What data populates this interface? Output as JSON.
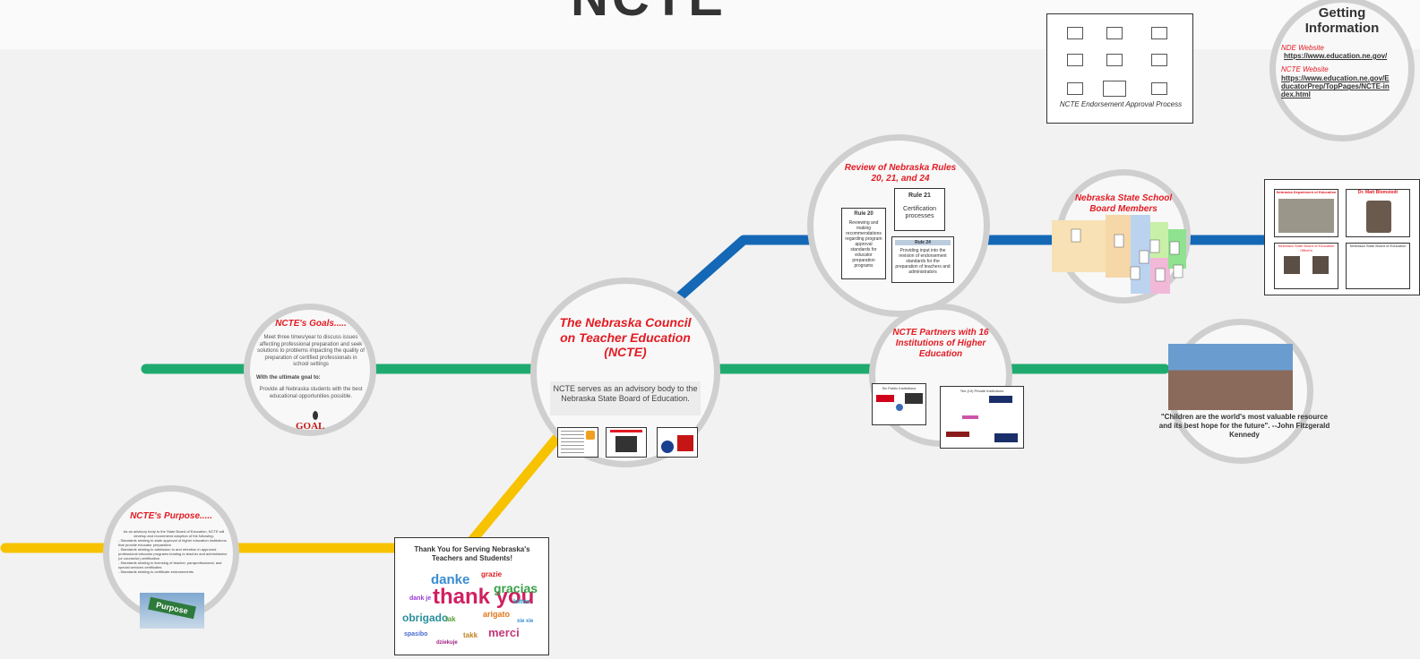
{
  "top_title": "NCTE",
  "endorsement": {
    "caption": "NCTE Endorsement Approval Process"
  },
  "getting_info": {
    "title": "Getting Information",
    "label1": "NDE Website",
    "link1": "https://www.education.ne.gov/",
    "label2": "NCTE Website",
    "link2": "https://www.education.ne.gov/EducatorPrep/TopPages/NCTE-index.html"
  },
  "rules": {
    "title": "Review of Nebraska Rules 20, 21, and 24",
    "rule20_title": "Rule 20",
    "rule20_text": "Reviewing and making recommendations regarding program approval standards for educator preparation programs",
    "rule21_title": "Rule 21",
    "rule21_text": "Certification processes",
    "rule24_title": "Rule 24",
    "rule24_text": "Providing input into the revision of endorsement standards for the preparation of teachers and administrators"
  },
  "board": {
    "title": "Nebraska State School Board Members"
  },
  "nde_panel": {
    "box1": "Nebraska Department of Education",
    "box2": "Dr. Matt Blomstedt",
    "box3": "Nebraska State Board of Education Officers",
    "box4": "Nebraska State Board of Education"
  },
  "goals": {
    "title": "NCTE's Goals.....",
    "text": "Meet three times/year to discuss issues affecting professional preparation and seek solutions to problems impacting the quality of preparation of certified professionals in school settings",
    "subhead": "With the ultimate goal to:",
    "text2": "Provide all Nebraska students with the best educational opportunities possible.",
    "goal_sign": "GOAL"
  },
  "center": {
    "title": "The Nebraska Council on Teacher Education (NCTE)",
    "text": "NCTE serves as an advisory body to the Nebraska State Board of Education."
  },
  "partners": {
    "title": "NCTE Partners with 16 Institutions of Higher Education",
    "box1_title": "Six Public Institutions",
    "box2_title": "Ten (10) Private Institutions"
  },
  "quote": {
    "text": "\"Children are the world's most valuable resource and its best hope for the future\".  --John Fitzgerald Kennedy"
  },
  "purpose": {
    "title": "NCTE's Purpose.....",
    "intro": "As an advisory body to the State Board of Education, NCTE will develop and recommend adoption of the following:",
    "items": [
      "- Standards relating to state approval of higher education institutions that provide educator preparation",
      "- Standards relating to admission to and retention in approved professional educator programs leading to teacher and administrator (or counselor) certification",
      "- Standards relating to licensing of teacher, paraprofessional, and special services certificates",
      "- Standards relating to certificate endorsements"
    ],
    "sign": "Purpose"
  },
  "thankyou": {
    "title": "Thank You for Serving Nebraska's Teachers and Students!",
    "words": [
      "danke",
      "thank you",
      "gracias",
      "merci",
      "obrigado",
      "arigato",
      "grazie",
      "dank je",
      "spasibo",
      "tak",
      "takk",
      "kiitos",
      "dziekuje",
      "xie xie"
    ]
  },
  "colors": {
    "yellow_line": "#f7c200",
    "green_line": "#1faa6f",
    "blue_line": "#1468b6",
    "red_title": "#e31b23",
    "circle_border": "#cfcfcf"
  }
}
